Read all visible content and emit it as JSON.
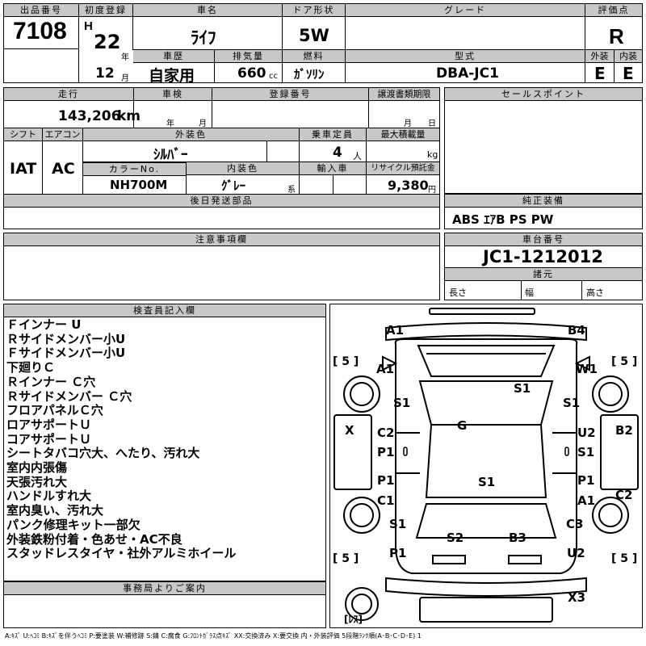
{
  "headers": {
    "lot_no": "出品番号",
    "first_reg": "初度登録",
    "car_name": "車名",
    "door": "ドア形状",
    "grade": "グレード",
    "score": "評価点",
    "history": "車歴",
    "displacement": "排気量",
    "fuel": "燃料",
    "model": "型式",
    "exterior": "外装",
    "interior": "内装",
    "mileage": "走行",
    "inspection": "車検",
    "reg_no": "登録番号",
    "transfer_deadline": "譲渡書類期限",
    "sales_points": "セールスポイント",
    "shift": "シフト",
    "ac": "エアコン",
    "ext_color": "外装色",
    "seating": "乗車定員",
    "max_load": "最大積載量",
    "color_no": "カラーNo.",
    "int_color": "内装色",
    "import": "輸入車",
    "recycle": "リサイクル預託金",
    "later_parts": "後日発送部品",
    "genuine_equipment": "純正装備",
    "notes": "注意事項欄",
    "chassis_no": "車台番号",
    "specs": "諸元",
    "inspector": "検査員記入欄",
    "office": "事務局よりご案内"
  },
  "vehicle": {
    "lot_no": "7108",
    "era": "H",
    "year": "22",
    "year_unit": "年",
    "month": "12",
    "month_unit": "月",
    "car_name": "ﾗｲﾌ",
    "door": "5W",
    "grade": "",
    "score": "R",
    "history": "自家用",
    "displacement": "660",
    "cc_unit": "cc",
    "fuel": "ｶﾞｿﾘﾝ",
    "model": "DBA-JC1",
    "exterior_score": "E",
    "interior_score": "E",
    "mileage": "143,206",
    "mileage_unit": "km",
    "insp_year_unit": "年",
    "insp_month_unit": "月",
    "td_month_unit": "月",
    "td_day_unit": "日",
    "shift": "IAT",
    "ac": "AC",
    "ext_color": "ｼﾙﾊﾞｰ",
    "seating": "4",
    "seating_unit": "人",
    "max_load_unit": "kg",
    "color_no": "NH700M",
    "int_color": "ｸﾞﾚｰ",
    "int_color_suffix": "系",
    "recycle": "9,380",
    "recycle_unit": "円",
    "genuine_equipment": "ABS ｴｱB PS PW",
    "chassis_no": "JC1-1212012",
    "length_label": "長さ",
    "width_label": "幅",
    "height_label": "高さ"
  },
  "inspector_notes": [
    "Ｆインナー U",
    "Ｒサイドメンバー小U",
    "Ｆサイドメンバー小U",
    "下廻りＣ",
    "Ｒインナー Ｃ穴",
    "Ｒサイドメンバー Ｃ穴",
    "フロアパネルＣ穴",
    "ロアサポートＵ",
    "コアサポートＵ",
    "シートタバコ穴大、へたり、汚れ大",
    "室内内張傷",
    "天張汚れ大",
    "ハンドルすれ大",
    "室内臭い、汚れ大",
    "パンク修理キット一部欠",
    "外装鉄粉付着・色あせ・AC不良",
    "スタッドレスタイヤ・社外アルミホイール"
  ],
  "diagram": {
    "codes": {
      "a1_top": "A1",
      "b4_top": "B4",
      "a1_left": "A1",
      "w1_right": "W1",
      "s1_left": "S1",
      "s1_center": "S1",
      "s1_right": "S1",
      "x_left": "X",
      "g_center": "G",
      "c2_left": "C2",
      "p1_left1": "P1",
      "u2_right": "U2",
      "s1_right2": "S1",
      "b2_right": "B2",
      "s1_mid": "S1",
      "p1_left2": "P1",
      "c1_left": "C1",
      "p1_right": "P1",
      "a1_right": "A1",
      "c2_right": "C2",
      "s1_left3": "S1",
      "c3_right": "C3",
      "s2_bottom": "S2",
      "b3_bottom": "B3",
      "p1_bottom": "P1",
      "u2_bottom": "U2",
      "x3_bottom": "X3"
    },
    "tires": {
      "fl": "[ 5 ]",
      "fr": "[ 5 ]",
      "rl": "[ 5 ]",
      "rr": "[ 5 ]"
    },
    "spare": "[ﾚｽ]"
  },
  "legend": "A:ｷｽﾞ U:ﾍｺﾐ B:ｷｽﾞを伴うﾍｺﾐ P:要塗装 W:補修跡 S:錆 C:腐食 G:ﾌﾛﾝﾄｶﾞﾗｽ点ｷｽﾞ XX:交換済み X:要交換 内・外装評価 5段階ﾗﾝｸ順(A･B･C･D･E) 1"
}
